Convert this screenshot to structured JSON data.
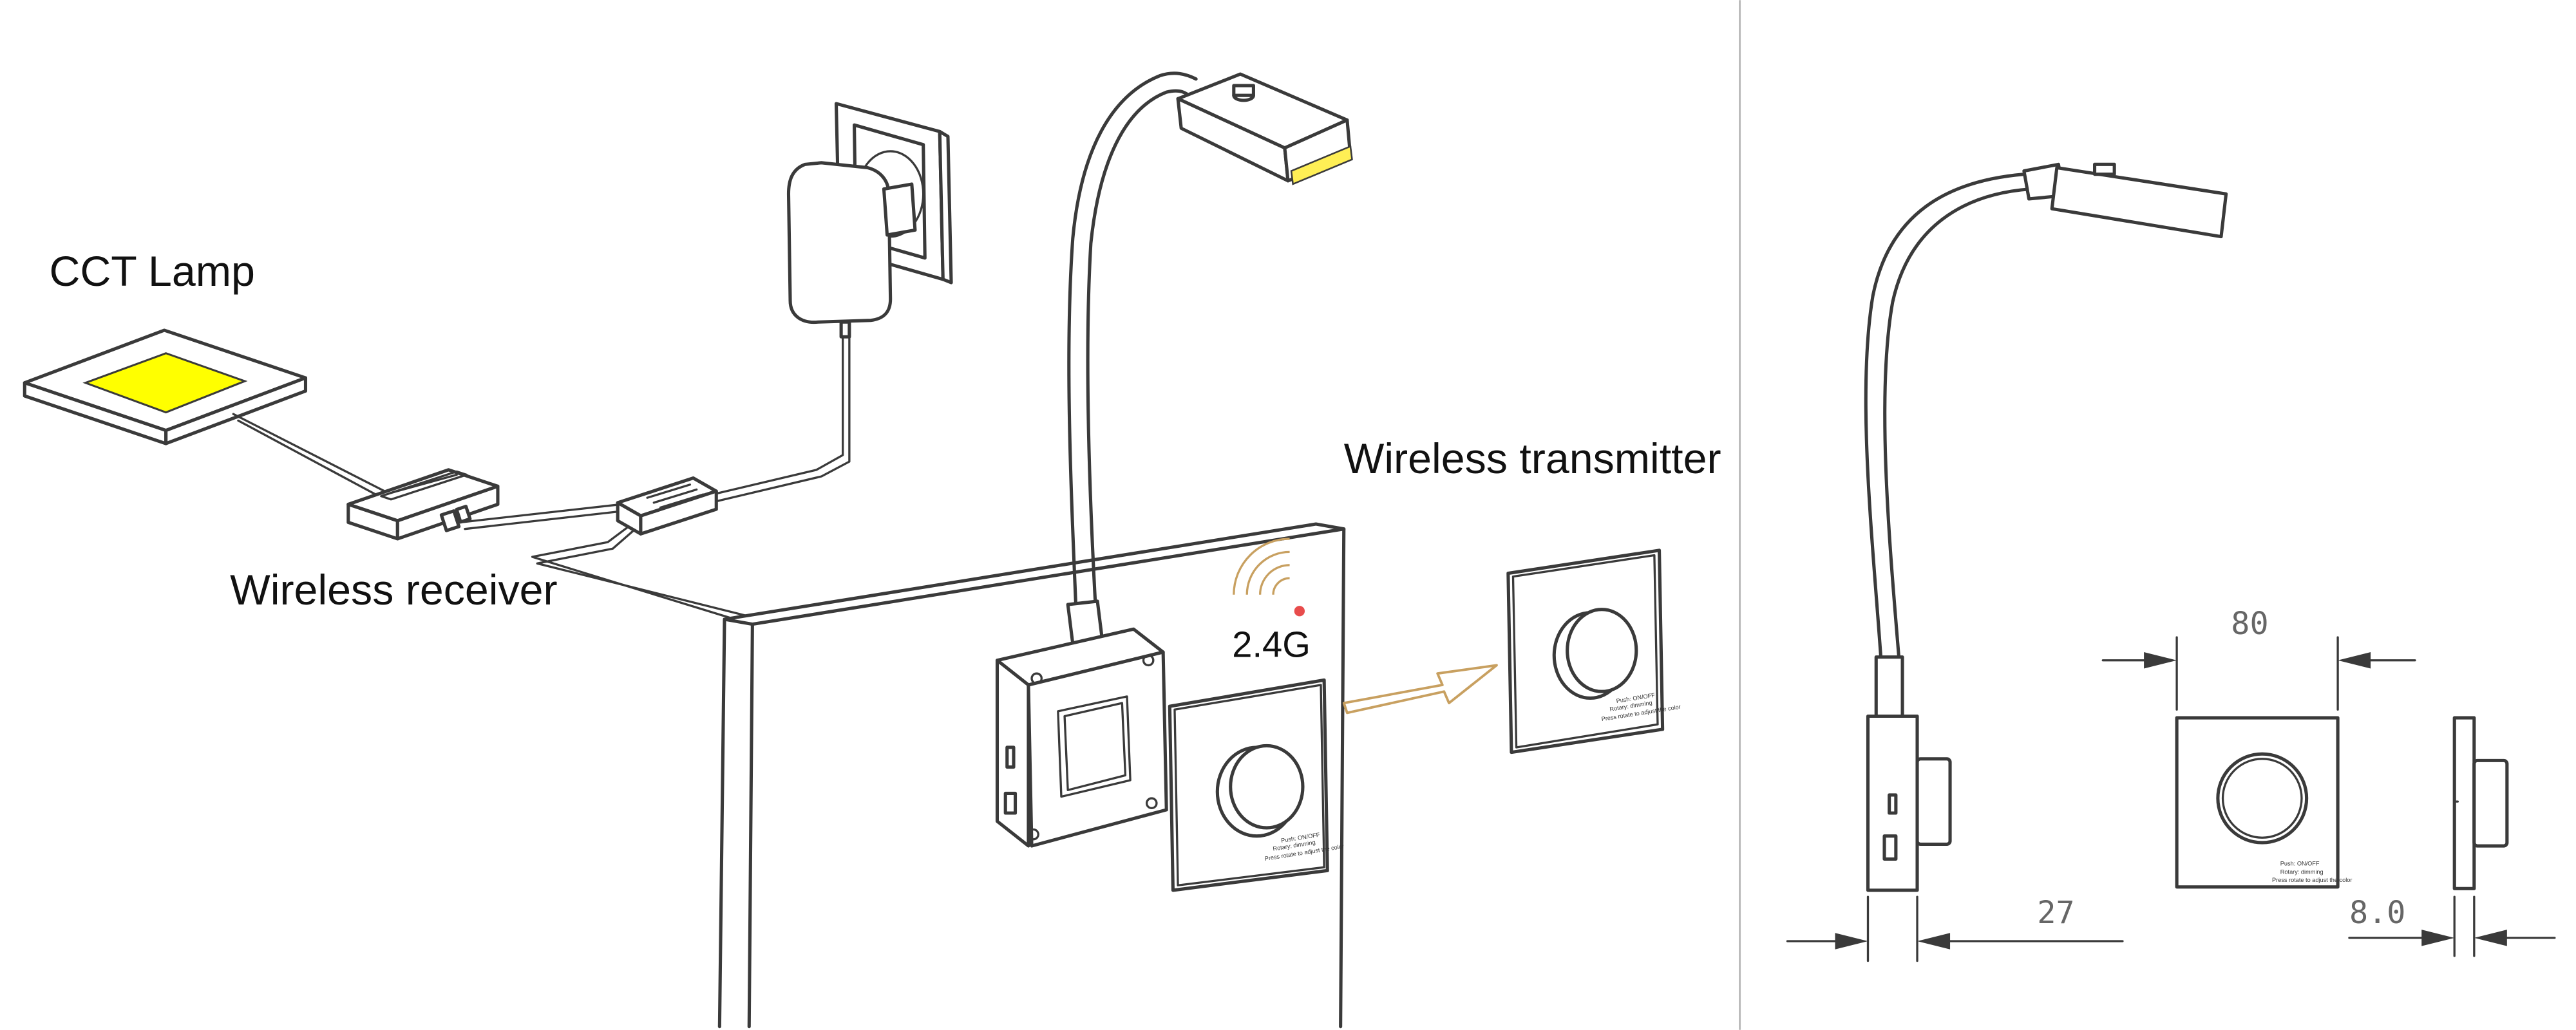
{
  "labels": {
    "cct_lamp": "CCT Lamp",
    "wireless_receiver": "Wireless receiver",
    "wireless_transmitter": "Wireless transmitter",
    "frequency": "2.4G"
  },
  "panel_print": {
    "line1": "Push: ON/OFF",
    "line2": "Rotary: dimming",
    "line3": "Press rotate to adjust the color"
  },
  "dimensions": {
    "width": "80",
    "depth": "27",
    "thickness": "8.0"
  },
  "colors": {
    "lamp_panel": "#ffff00",
    "lamp_emitter": "#ffef55",
    "signal": "#c8a060",
    "indicator": "#e84c4c",
    "line": "#3a3a3a"
  }
}
